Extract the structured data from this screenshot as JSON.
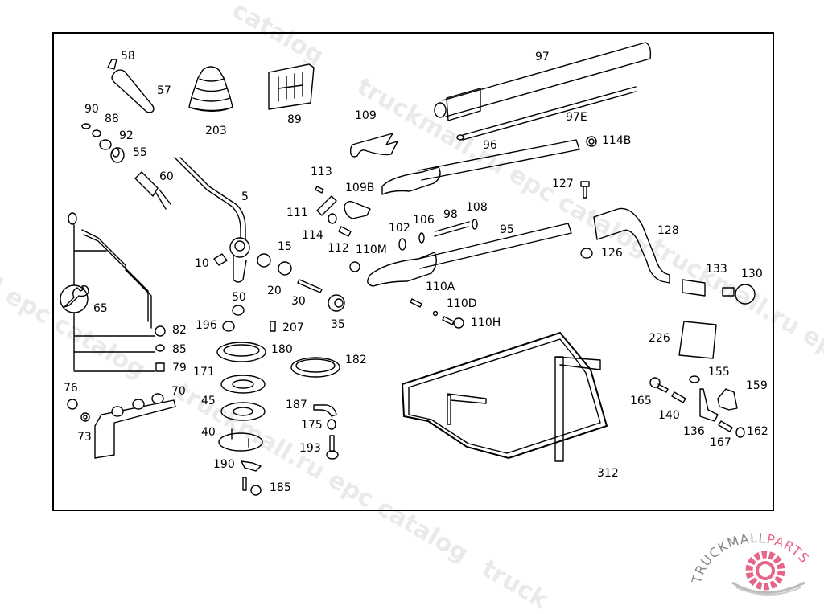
{
  "diagram": {
    "title": "Gearshift linkage and mounting parts",
    "parts": [
      {
        "ref": "58"
      },
      {
        "ref": "57"
      },
      {
        "ref": "203"
      },
      {
        "ref": "89"
      },
      {
        "ref": "90"
      },
      {
        "ref": "88"
      },
      {
        "ref": "92"
      },
      {
        "ref": "55"
      },
      {
        "ref": "60"
      },
      {
        "ref": "5"
      },
      {
        "ref": "109"
      },
      {
        "ref": "97"
      },
      {
        "ref": "97E"
      },
      {
        "ref": "96"
      },
      {
        "ref": "114B"
      },
      {
        "ref": "113"
      },
      {
        "ref": "109B"
      },
      {
        "ref": "111"
      },
      {
        "ref": "114"
      },
      {
        "ref": "112"
      },
      {
        "ref": "110M"
      },
      {
        "ref": "102"
      },
      {
        "ref": "106"
      },
      {
        "ref": "98"
      },
      {
        "ref": "108"
      },
      {
        "ref": "95"
      },
      {
        "ref": "127"
      },
      {
        "ref": "128"
      },
      {
        "ref": "126"
      },
      {
        "ref": "133"
      },
      {
        "ref": "130"
      },
      {
        "ref": "15"
      },
      {
        "ref": "10"
      },
      {
        "ref": "20"
      },
      {
        "ref": "30"
      },
      {
        "ref": "50"
      },
      {
        "ref": "35"
      },
      {
        "ref": "110A"
      },
      {
        "ref": "110D"
      },
      {
        "ref": "110H"
      },
      {
        "ref": "65"
      },
      {
        "ref": "82"
      },
      {
        "ref": "85"
      },
      {
        "ref": "79"
      },
      {
        "ref": "196"
      },
      {
        "ref": "207"
      },
      {
        "ref": "180"
      },
      {
        "ref": "182"
      },
      {
        "ref": "171"
      },
      {
        "ref": "76"
      },
      {
        "ref": "70"
      },
      {
        "ref": "73"
      },
      {
        "ref": "45"
      },
      {
        "ref": "40"
      },
      {
        "ref": "187"
      },
      {
        "ref": "175"
      },
      {
        "ref": "193"
      },
      {
        "ref": "190"
      },
      {
        "ref": "185"
      },
      {
        "ref": "226"
      },
      {
        "ref": "155"
      },
      {
        "ref": "159"
      },
      {
        "ref": "165"
      },
      {
        "ref": "140"
      },
      {
        "ref": "136"
      },
      {
        "ref": "167"
      },
      {
        "ref": "162"
      },
      {
        "ref": "312"
      }
    ],
    "tool_icon": "wrench-icon"
  },
  "watermarks": [
    "truckmall.ru epc catalog",
    "truckmall.ru epc catalog",
    "l epc catalog",
    "truckmall.ru epc catalog",
    "catalog",
    "truck"
  ],
  "logo": {
    "text_left": "TRUCKMALL",
    "text_right": "PARTS",
    "accent_color": "#e8658a",
    "gray_color": "#888888"
  }
}
